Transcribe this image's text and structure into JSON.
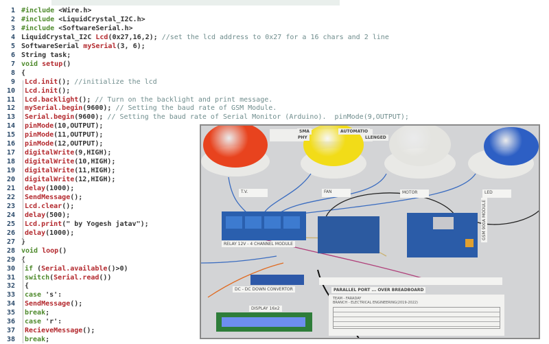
{
  "editor": {
    "lines": [
      {
        "n": "1",
        "t": [
          [
            "#include ",
            "k"
          ],
          [
            "<Wire.h>",
            "n"
          ]
        ]
      },
      {
        "n": "2",
        "t": [
          [
            "#include ",
            "k"
          ],
          [
            "<LiquidCrystal_I2C.h>",
            "n"
          ]
        ]
      },
      {
        "n": "3",
        "t": [
          [
            "#include ",
            "k"
          ],
          [
            "<SoftwareSerial.h>",
            "n"
          ]
        ]
      },
      {
        "n": "4",
        "t": [
          [
            "LiquidCrystal_I2C ",
            "n"
          ],
          [
            "Lcd",
            "f"
          ],
          [
            "(0x27,16,2); ",
            "n"
          ],
          [
            "//set the lcd address to 0x27 for a 16 chars and 2 line",
            "c"
          ]
        ]
      },
      {
        "n": "5",
        "t": [
          [
            "SoftwareSerial ",
            "n"
          ],
          [
            "mySerial",
            "f"
          ],
          [
            "(3, 6);",
            "n"
          ]
        ]
      },
      {
        "n": "6",
        "t": [
          [
            "String task;",
            "n"
          ]
        ]
      },
      {
        "n": "7",
        "t": [
          [
            "void ",
            "k"
          ],
          [
            "setup",
            "f"
          ],
          [
            "()",
            "n"
          ]
        ]
      },
      {
        "n": "8",
        "t": [
          [
            "{",
            "n"
          ]
        ]
      },
      {
        "n": "9",
        "t": [
          [
            "Lcd.init",
            "f"
          ],
          [
            "(); ",
            "n"
          ],
          [
            "//initialize the lcd",
            "c"
          ]
        ]
      },
      {
        "n": "10",
        "t": [
          [
            "Lcd.init",
            "f"
          ],
          [
            "();",
            "n"
          ]
        ]
      },
      {
        "n": "11",
        "t": [
          [
            "Lcd.backlight",
            "f"
          ],
          [
            "(); ",
            "n"
          ],
          [
            "// Turn on the backlight and print message.",
            "c"
          ]
        ]
      },
      {
        "n": "12",
        "t": [
          [
            "mySerial.begin",
            "f"
          ],
          [
            "(9600); ",
            "n"
          ],
          [
            "// Setting the baud rate of GSM Module.",
            "c"
          ]
        ]
      },
      {
        "n": "13",
        "t": [
          [
            "Serial.begin",
            "f"
          ],
          [
            "(9600); ",
            "n"
          ],
          [
            "// Setting the baud rate of Serial Monitor (Arduino).  pinMode(9,OUTPUT);",
            "c"
          ]
        ]
      },
      {
        "n": "14",
        "t": [
          [
            "pinMode",
            "f"
          ],
          [
            "(10,OUTPUT);",
            "n"
          ]
        ]
      },
      {
        "n": "15",
        "t": [
          [
            "pinMode",
            "f"
          ],
          [
            "(11,OUTPUT);",
            "n"
          ]
        ]
      },
      {
        "n": "16",
        "t": [
          [
            "pinMode",
            "f"
          ],
          [
            "(12,OUTPUT);",
            "n"
          ]
        ]
      },
      {
        "n": "17",
        "t": [
          [
            "digitalWrite",
            "f"
          ],
          [
            "(9,HIGH);",
            "n"
          ]
        ]
      },
      {
        "n": "18",
        "t": [
          [
            "digitalWrite",
            "f"
          ],
          [
            "(10,HIGH);",
            "n"
          ]
        ]
      },
      {
        "n": "19",
        "t": [
          [
            "digitalWrite",
            "f"
          ],
          [
            "(11,HIGH);",
            "n"
          ]
        ]
      },
      {
        "n": "20",
        "t": [
          [
            "digitalWrite",
            "f"
          ],
          [
            "(12,HIGH);",
            "n"
          ]
        ]
      },
      {
        "n": "21",
        "t": [
          [
            "delay",
            "f"
          ],
          [
            "(1000);",
            "n"
          ]
        ]
      },
      {
        "n": "22",
        "t": [
          [
            "SendMessage",
            "f"
          ],
          [
            "();",
            "n"
          ]
        ]
      },
      {
        "n": "23",
        "t": [
          [
            "Lcd.clear",
            "f"
          ],
          [
            "();",
            "n"
          ]
        ]
      },
      {
        "n": "24",
        "t": [
          [
            "delay",
            "f"
          ],
          [
            "(500);",
            "n"
          ]
        ]
      },
      {
        "n": "25",
        "t": [
          [
            "Lcd.print",
            "f"
          ],
          [
            "(\" by Yogesh jatav\");",
            "n"
          ]
        ]
      },
      {
        "n": "26",
        "t": [
          [
            "delay",
            "f"
          ],
          [
            "(1000);",
            "n"
          ]
        ]
      },
      {
        "n": "27",
        "t": [
          [
            "}",
            "n"
          ]
        ]
      },
      {
        "n": "28",
        "t": [
          [
            "void ",
            "k"
          ],
          [
            "loop",
            "f"
          ],
          [
            "()",
            "n"
          ]
        ]
      },
      {
        "n": "29",
        "t": [
          [
            "{",
            "n"
          ]
        ]
      },
      {
        "n": "30",
        "t": [
          [
            "if ",
            "k"
          ],
          [
            "(",
            "n"
          ],
          [
            "Serial.available",
            "f"
          ],
          [
            "()>0)",
            "n"
          ]
        ]
      },
      {
        "n": "31",
        "t": [
          [
            "switch",
            "k"
          ],
          [
            "(",
            "n"
          ],
          [
            "Serial.read",
            "f"
          ],
          [
            "())",
            "n"
          ]
        ]
      },
      {
        "n": "32",
        "t": [
          [
            "{",
            "n"
          ]
        ]
      },
      {
        "n": "33",
        "t": [
          [
            "case ",
            "k"
          ],
          [
            "'s':",
            "n"
          ]
        ]
      },
      {
        "n": "34",
        "t": [
          [
            "SendMessage",
            "f"
          ],
          [
            "();",
            "n"
          ]
        ]
      },
      {
        "n": "35",
        "t": [
          [
            "break",
            "k"
          ],
          [
            ";",
            "n"
          ]
        ]
      },
      {
        "n": "36",
        "t": [
          [
            "case ",
            "k"
          ],
          [
            "'r':",
            "n"
          ]
        ]
      },
      {
        "n": "37",
        "t": [
          [
            "RecieveMessage",
            "f"
          ],
          [
            "();",
            "n"
          ]
        ]
      },
      {
        "n": "38",
        "t": [
          [
            "break",
            "k"
          ],
          [
            ";",
            "n"
          ]
        ]
      }
    ],
    "indented_from": 9
  },
  "photo": {
    "title_fragments": [
      "SMA",
      "AUTOMATIO",
      "PHY",
      "LLENGED"
    ],
    "bulbs": [
      {
        "label": "T.V.",
        "color": "#e8431e"
      },
      {
        "label": "FAN",
        "color": "#f2dc18"
      },
      {
        "label": "MOTOR",
        "color": "#e4e4e0"
      },
      {
        "label": "LED",
        "color": "#2d5fc4"
      }
    ],
    "relay_label": "RELAY 12V - 4 CHANNEL MODULE",
    "converter_label": "DC - DC DOWN CONVERTOR",
    "display_label": "DISPLAY 16x2",
    "breadboard_label": "PARALLEL PORT ... OVER BREADBOARD",
    "gsm_label": "GSM 900A MODULE",
    "team": "TEAM - FARADAY",
    "branch": "BRANCH - ELECTRICAL ENGINEERING(2019-2022)"
  }
}
